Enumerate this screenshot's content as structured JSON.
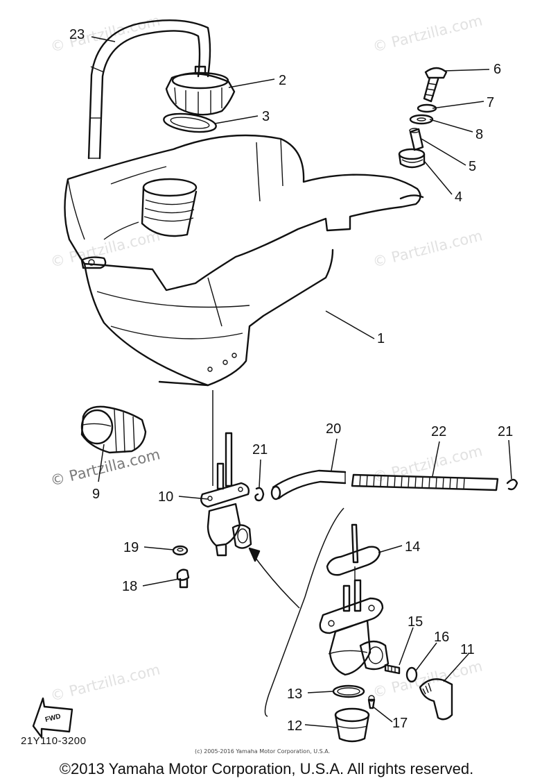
{
  "watermark": "© Partzilla.com",
  "diagram_code": "21Y110-3200",
  "fwd_label": "FWD",
  "small_copyright": "(c) 2005-2016 Yamaha Motor Corporation, U.S.A.",
  "footer_copyright": "©2013 Yamaha Motor Corporation, U.S.A. All rights reserved.",
  "callouts": {
    "c1": "1",
    "c2": "2",
    "c3": "3",
    "c4": "4",
    "c5": "5",
    "c6": "6",
    "c7": "7",
    "c8": "8",
    "c9": "9",
    "c10": "10",
    "c11": "11",
    "c12": "12",
    "c13": "13",
    "c14": "14",
    "c15": "15",
    "c16": "16",
    "c17": "17",
    "c18": "18",
    "c19": "19",
    "c20": "20",
    "c21a": "21",
    "c21b": "21",
    "c22": "22",
    "c23": "23"
  }
}
